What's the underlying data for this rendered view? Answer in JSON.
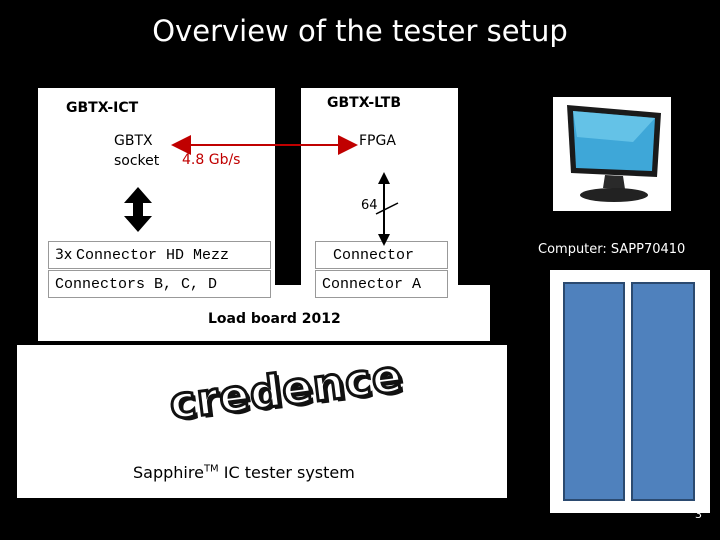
{
  "slide": {
    "title": "Overview of the tester setup",
    "page_number": "3"
  },
  "ict": {
    "label": "GBTX-ICT",
    "socket_line1": "GBTX",
    "socket_line2": "socket"
  },
  "ltb": {
    "label": "GBTX-LTB",
    "fpga": "FPGA"
  },
  "link": {
    "speed": "4.8 Gb/s",
    "bus_width": "64"
  },
  "connectors": {
    "hd_mezz_prefix": "3x",
    "hd_mezz": "Connector HD Mezz",
    "bcd": "Connectors B, C, D",
    "connector": "Connector",
    "connector_a": "Connector A"
  },
  "loadboard": {
    "label": "Load board  2012"
  },
  "tester": {
    "logo": "credence",
    "system_name": "Sapphire",
    "trademark": "TM",
    "system_suffix": " IC tester system"
  },
  "computer": {
    "label": "Computer:  SAPP70410",
    "icon": "monitor-icon"
  },
  "colors": {
    "link_arrow": "#c00000",
    "panel_fill": "#4f81bd",
    "background": "#000000"
  }
}
